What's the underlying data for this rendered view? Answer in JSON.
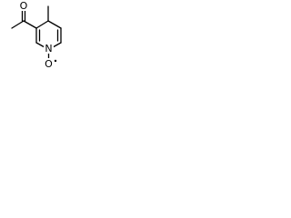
{
  "molecule": {
    "atoms": {
      "oxygen_carbonyl": "O",
      "nitrogen": "N",
      "oxygen_n_oxide": "O"
    }
  },
  "colors": {
    "bond": "#000000",
    "background": "#ffffff"
  }
}
